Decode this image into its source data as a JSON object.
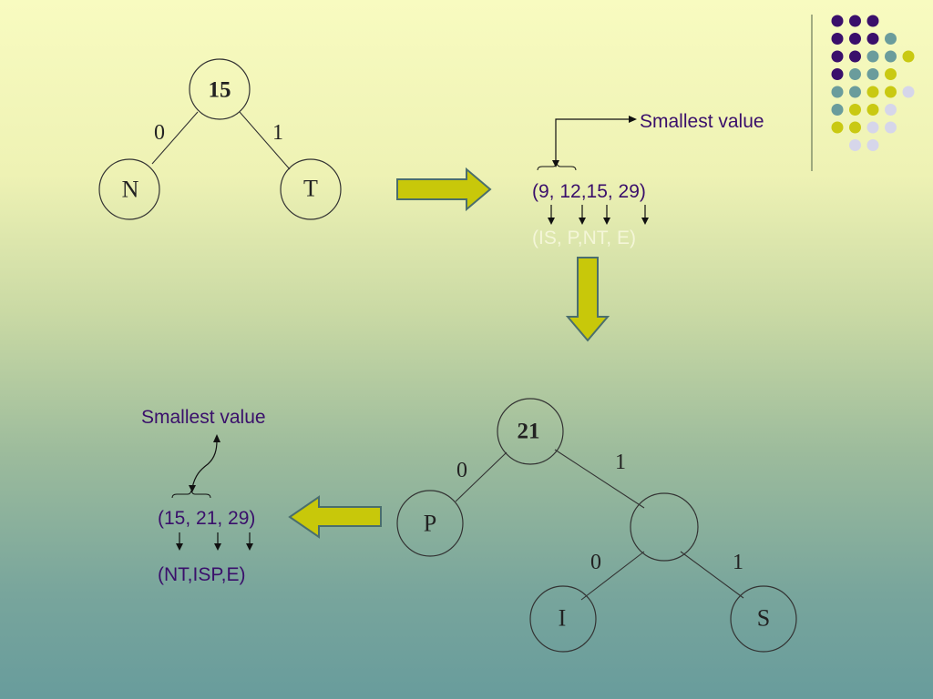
{
  "decor": {
    "dot_colors": {
      "purple": "#3a0f6b",
      "teal": "#6a9c9c",
      "yellow": "#c9c912",
      "lavender": "#d6d6ea"
    },
    "rows": [
      [
        "purple",
        "purple",
        "purple"
      ],
      [
        "purple",
        "purple",
        "purple",
        "teal"
      ],
      [
        "purple",
        "purple",
        "teal",
        "teal",
        "yellow"
      ],
      [
        "purple",
        "teal",
        "teal",
        "yellow"
      ],
      [
        "teal",
        "teal",
        "yellow",
        "yellow",
        "lavender"
      ],
      [
        "teal",
        "yellow",
        "yellow",
        "lavender"
      ],
      [
        "yellow",
        "yellow",
        "lavender",
        "lavender"
      ],
      [
        "lavender",
        "lavender"
      ]
    ]
  },
  "tree1": {
    "root_value": "15",
    "left_edge_label": "0",
    "right_edge_label": "1",
    "left_leaf": "N",
    "right_leaf": "T"
  },
  "list1": {
    "pointer_label": "Smallest value",
    "values": "(9, 12,15, 29)",
    "symbols": "(IS, P,NT, E)"
  },
  "tree2": {
    "root_value": "21",
    "root_left_edge_label": "0",
    "root_right_edge_label": "1",
    "left_leaf": "P",
    "inner_left_edge_label": "0",
    "inner_right_edge_label": "1",
    "inner_left_leaf": "I",
    "inner_right_leaf": "S"
  },
  "list2": {
    "pointer_label": "Smallest value",
    "values": "(15, 21, 29)",
    "symbols": "(NT,ISP,E)"
  }
}
